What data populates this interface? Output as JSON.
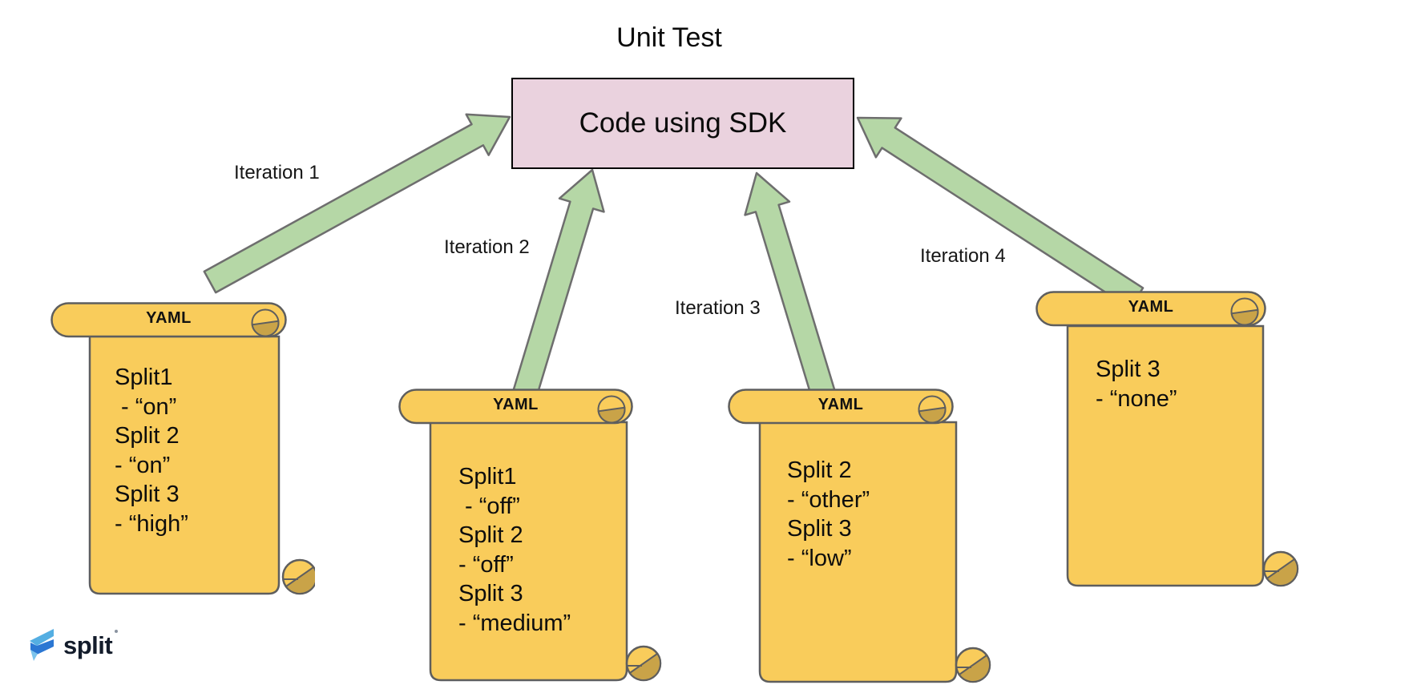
{
  "title": "Unit Test",
  "box": {
    "label": "Code using SDK"
  },
  "iterations": [
    {
      "label": "Iteration 1"
    },
    {
      "label": "Iteration 2"
    },
    {
      "label": "Iteration 3"
    },
    {
      "label": "Iteration 4"
    }
  ],
  "scrolls": [
    {
      "header": "YAML",
      "lines": [
        "Split1",
        " - “on”",
        "Split 2",
        "- “on”",
        "Split 3",
        "- “high”"
      ]
    },
    {
      "header": "YAML",
      "lines": [
        "Split1",
        " - “off”",
        "Split 2",
        "- “off”",
        "Split 3",
        "- “medium”"
      ]
    },
    {
      "header": "YAML",
      "lines": [
        "Split 2",
        "- “other”",
        "Split 3",
        "- “low”"
      ]
    },
    {
      "header": "YAML",
      "lines": [
        "Split 3",
        "- “none”"
      ]
    }
  ],
  "logo": {
    "text": "split"
  },
  "colors": {
    "scroll_fill": "#F9CC5B",
    "scroll_roll": "#C9A348",
    "scroll_outline": "#5E5E5E",
    "arrow_fill": "#B5D7A6",
    "arrow_outline": "#6E6E6E",
    "box_fill": "#EAD2DE",
    "box_outline": "#000000",
    "logo_light_blue": "#54AEE2",
    "logo_mid_blue": "#7CC4EC",
    "logo_dark_blue": "#2B77D3"
  }
}
